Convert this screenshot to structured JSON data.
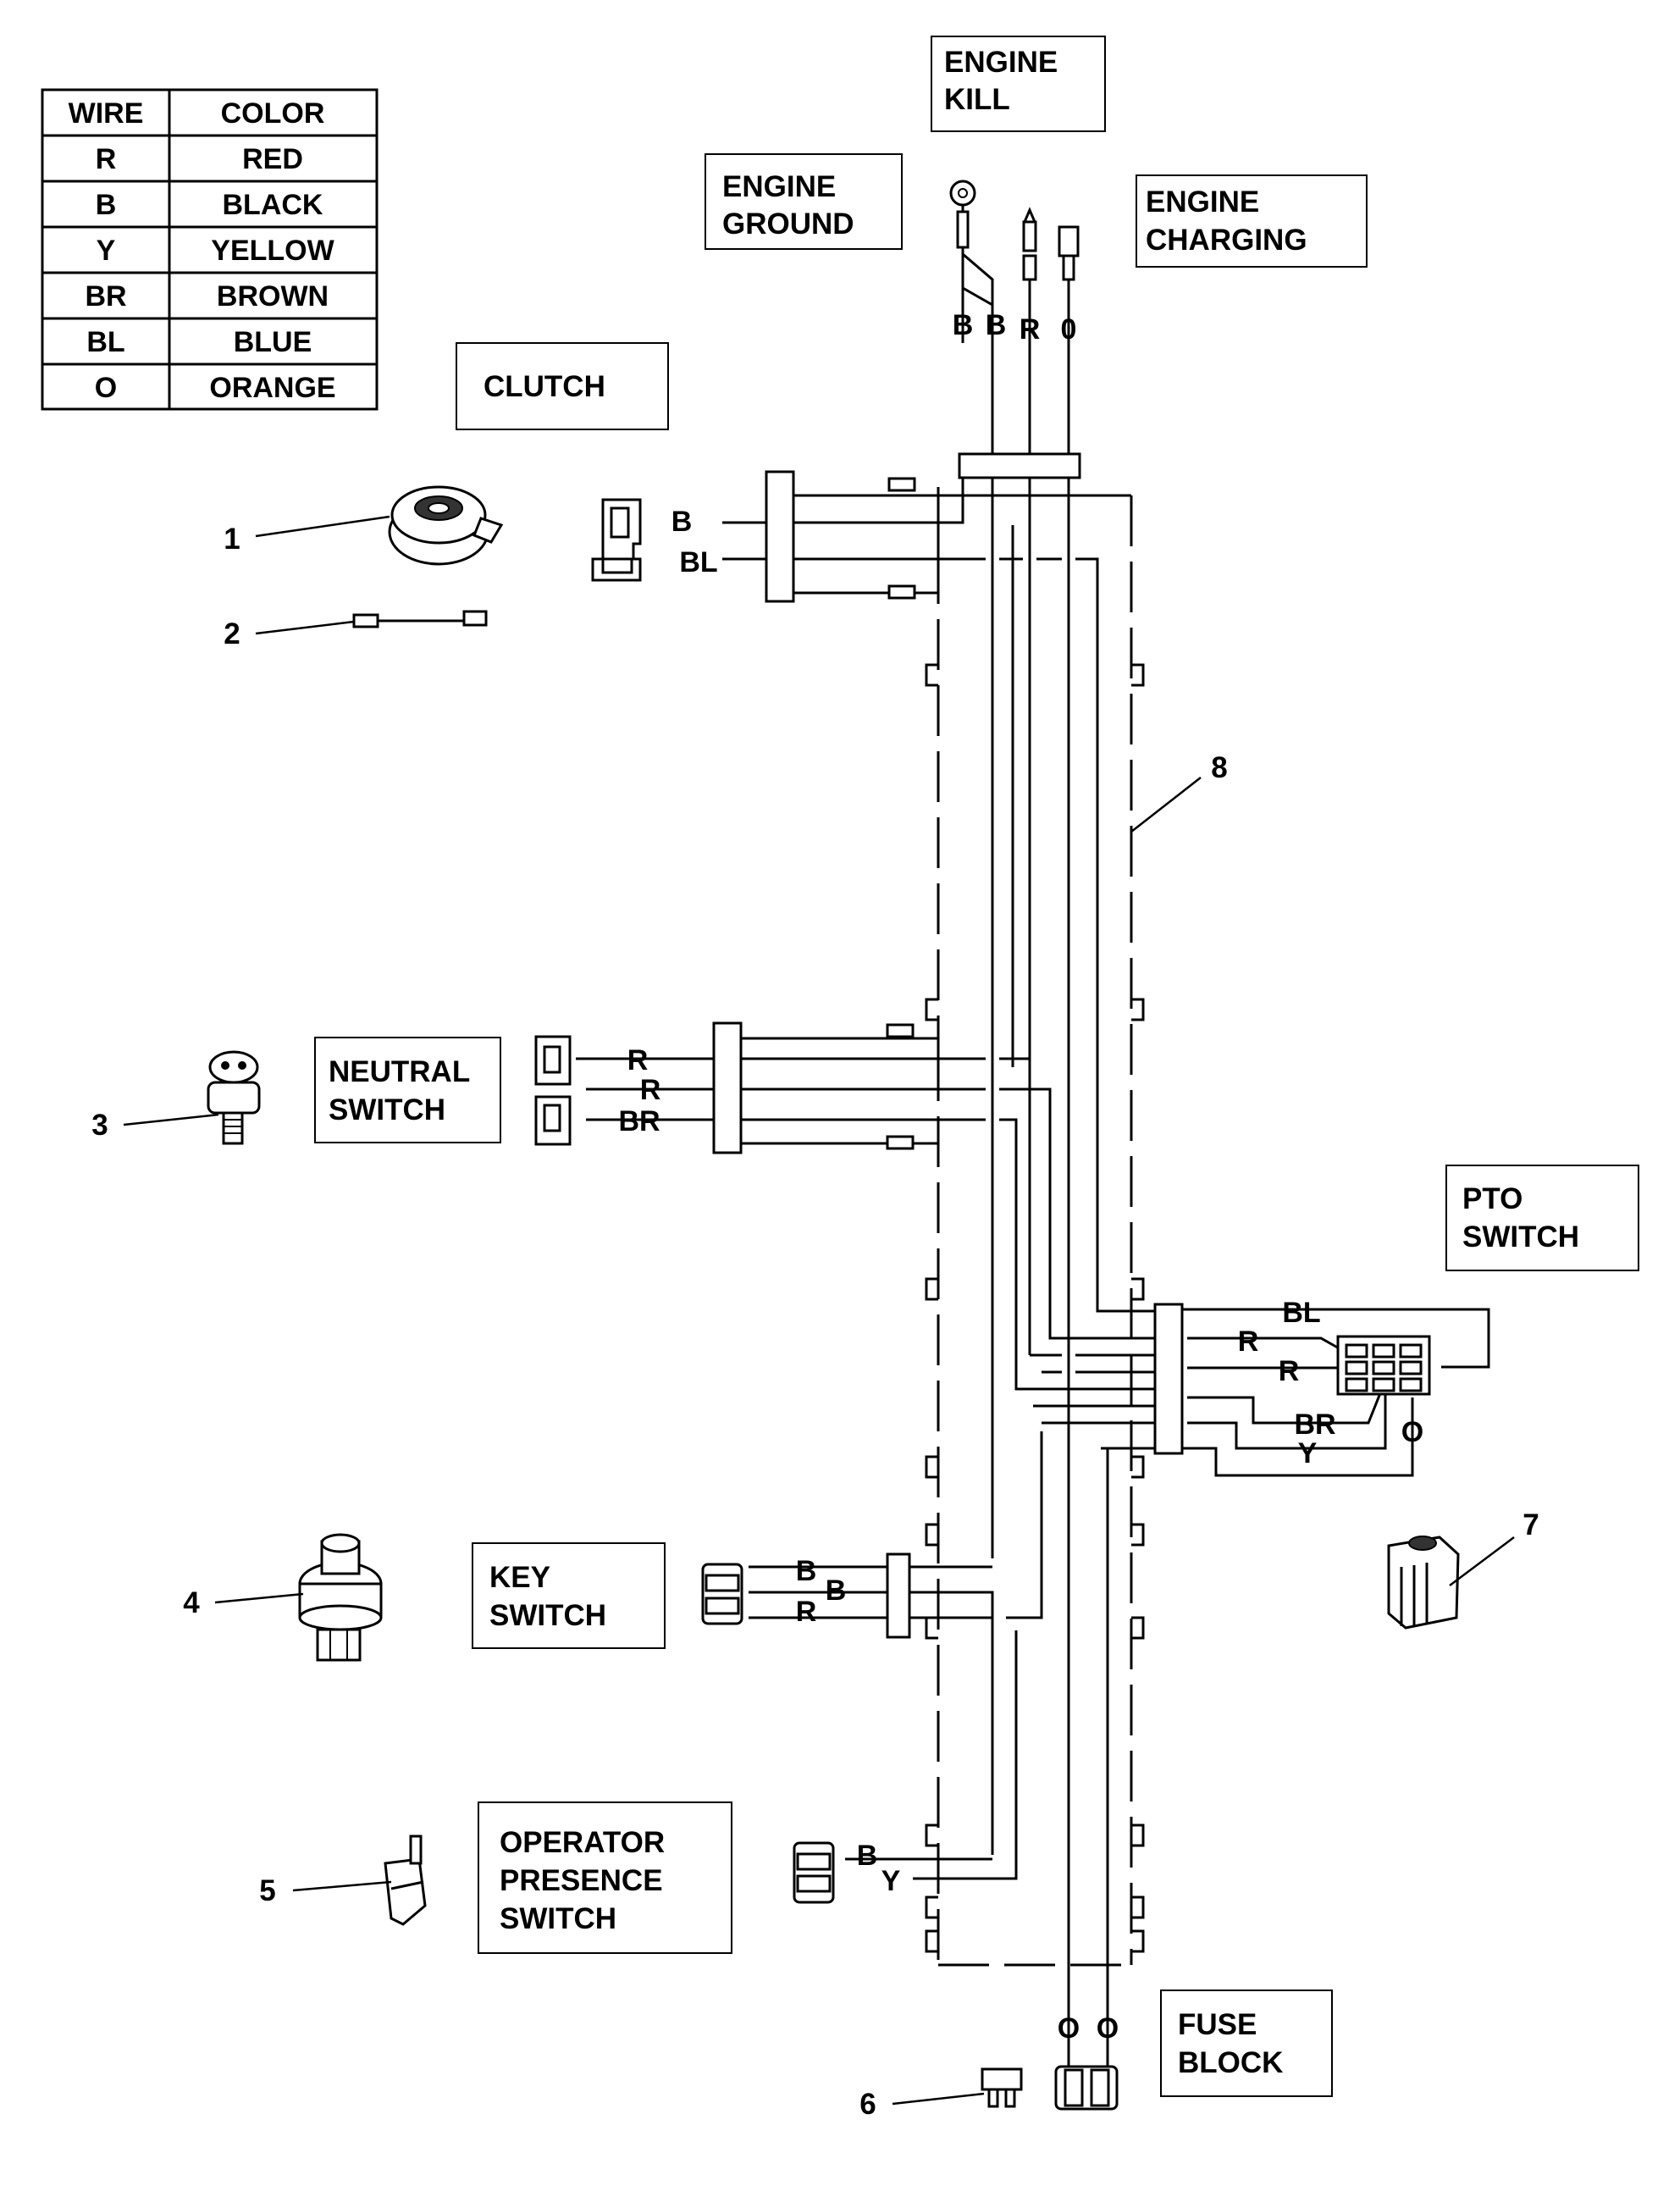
{
  "legend": {
    "headers": [
      "WIRE",
      "COLOR"
    ],
    "rows": [
      [
        "R",
        "RED"
      ],
      [
        "B",
        "BLACK"
      ],
      [
        "Y",
        "YELLOW"
      ],
      [
        "BR",
        "BROWN"
      ],
      [
        "BL",
        "BLUE"
      ],
      [
        "O",
        "ORANGE"
      ]
    ]
  },
  "labels": {
    "engine_kill": [
      "ENGINE",
      "KILL"
    ],
    "engine_ground": [
      "ENGINE",
      "GROUND"
    ],
    "engine_charging": [
      "ENGINE",
      "CHARGING"
    ],
    "clutch": [
      "CLUTCH"
    ],
    "neutral_switch": [
      "NEUTRAL",
      "SWITCH"
    ],
    "pto_switch": [
      "PTO",
      "SWITCH"
    ],
    "key_switch": [
      "KEY",
      "SWITCH"
    ],
    "operator_presence": [
      "OPERATOR",
      "PRESENCE",
      "SWITCH"
    ],
    "fuse_block": [
      "FUSE",
      "BLOCK"
    ]
  },
  "wire_tags": {
    "top": [
      "B",
      "B",
      "R",
      "0"
    ],
    "clutch": [
      "B",
      "BL"
    ],
    "neutral": [
      "R",
      "R",
      "BR"
    ],
    "pto": [
      "BL",
      "R",
      "R",
      "BR",
      "Y",
      "O"
    ],
    "key": [
      "B",
      "B",
      "R"
    ],
    "operator": [
      "B",
      "Y"
    ],
    "fuse": [
      "O",
      "O"
    ]
  },
  "callouts": [
    "1",
    "2",
    "3",
    "4",
    "5",
    "6",
    "7",
    "8"
  ]
}
